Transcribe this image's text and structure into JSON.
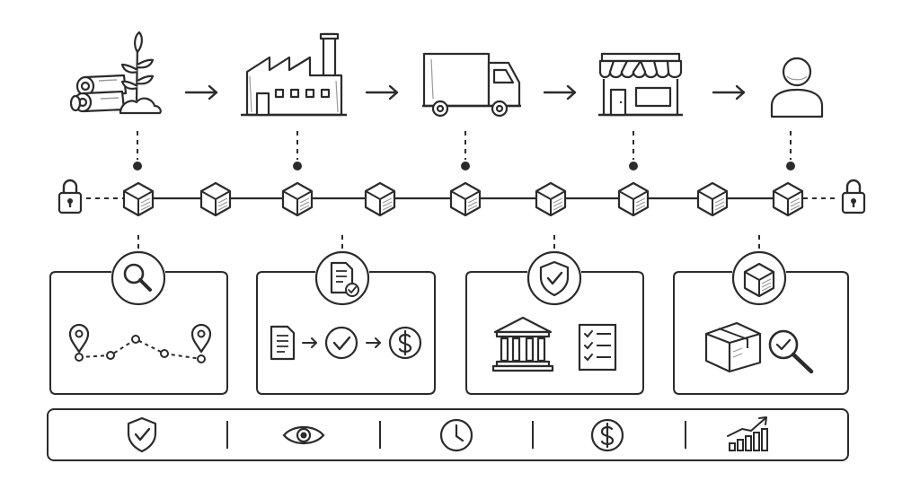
{
  "colors": {
    "ink": "#2b2b2b",
    "background": "#ffffff",
    "shade": "#9a9a9a"
  },
  "supply_chain": {
    "stages": [
      {
        "name": "raw-materials",
        "icon": "logs-and-sprout-icon"
      },
      {
        "name": "manufacturing",
        "icon": "factory-icon"
      },
      {
        "name": "distribution",
        "icon": "delivery-truck-icon"
      },
      {
        "name": "retail",
        "icon": "storefront-icon"
      },
      {
        "name": "consumer",
        "icon": "person-icon"
      }
    ],
    "arrow_icon": "right-arrow-icon"
  },
  "blockchain": {
    "end_icons": [
      "padlock-icon",
      "padlock-icon"
    ],
    "block_icon": "cube-block-icon",
    "block_count": 9,
    "anchored_blocks": [
      0,
      2,
      4,
      6,
      8
    ]
  },
  "panels": [
    {
      "name": "traceability",
      "badge_icon": "magnifier-icon",
      "content_icons": [
        "location-pin-icon",
        "route-dots-icon",
        "location-pin-icon"
      ]
    },
    {
      "name": "smart-contracts",
      "badge_icon": "verified-document-icon",
      "content_icons": [
        "document-icon",
        "check-circle-icon",
        "dollar-circle-icon"
      ]
    },
    {
      "name": "compliance",
      "badge_icon": "shield-check-icon",
      "content_icons": [
        "bank-building-icon",
        "checklist-icon"
      ]
    },
    {
      "name": "product-verification",
      "badge_icon": "cube-icon",
      "content_icons": [
        "package-box-icon",
        "check-magnifier-icon"
      ]
    }
  ],
  "benefits_bar": {
    "icons": [
      "shield-check-icon",
      "eye-icon",
      "clock-icon",
      "dollar-circle-icon",
      "growth-chart-icon"
    ]
  }
}
